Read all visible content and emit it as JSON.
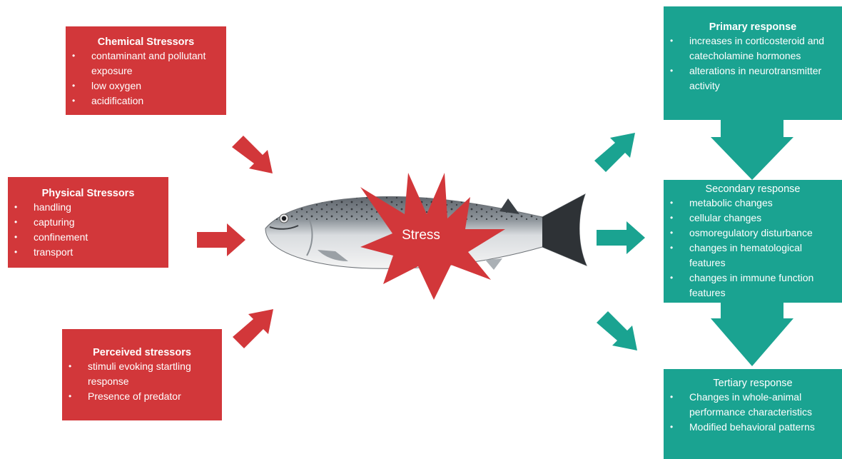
{
  "colors": {
    "stressor": "#d2373a",
    "response": "#1aa391",
    "background": "#ffffff"
  },
  "center_label": "Stress",
  "stressors": {
    "chemical": {
      "title": "Chemical Stressors",
      "items": [
        "contaminant and pollutant exposure",
        "low oxygen",
        "acidification"
      ]
    },
    "physical": {
      "title": "Physical Stressors",
      "items": [
        "handling",
        "capturing",
        "confinement",
        "transport"
      ]
    },
    "perceived": {
      "title": "Perceived stressors",
      "items": [
        "stimuli evoking startling response",
        "Presence of predator"
      ]
    }
  },
  "responses": {
    "primary": {
      "title": "Primary response",
      "items": [
        "increases in corticosteroid and catecholamine hormones",
        "alterations in neurotransmitter activity"
      ]
    },
    "secondary": {
      "title": "Secondary response",
      "items": [
        "metabolic changes",
        "cellular changes",
        "osmoregulatory disturbance",
        "changes in hematological features",
        "changes in immune function features"
      ]
    },
    "tertiary": {
      "title": "Tertiary response",
      "items": [
        "Changes in whole-animal performance characteristics",
        "Modified behavioral patterns"
      ]
    }
  }
}
